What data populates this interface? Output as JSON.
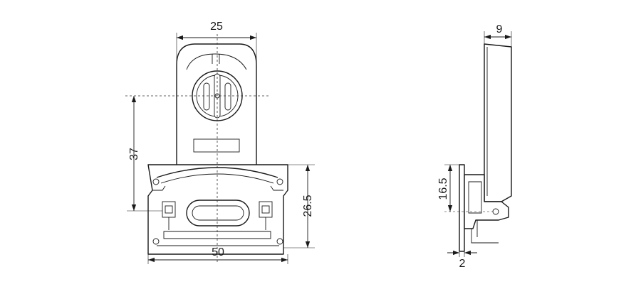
{
  "front_view": {
    "width_top": "25",
    "center_height": "37",
    "base_height": "26.5",
    "base_width": "50"
  },
  "side_view": {
    "depth": "9",
    "mount_height": "16.5",
    "plate_thickness": "2"
  }
}
